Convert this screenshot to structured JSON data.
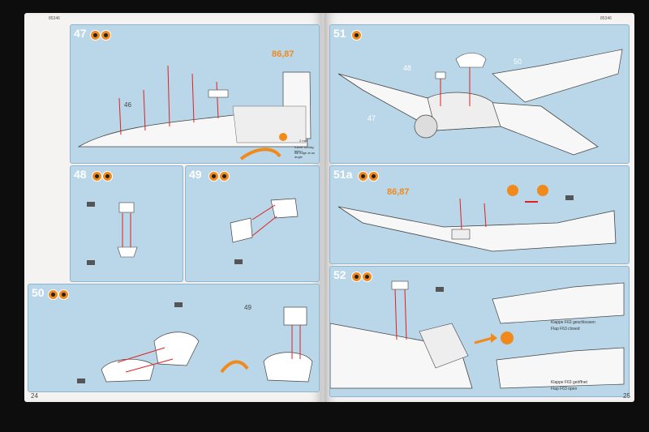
{
  "left_page": {
    "code": "85346",
    "page_number": "24",
    "steps": [
      {
        "number": "47",
        "callout": "86,87",
        "part": "46",
        "labels": [
          "2 mm",
          "Kante schräg feilen",
          "file edge at an angle"
        ]
      },
      {
        "number": "48"
      },
      {
        "number": "49"
      },
      {
        "number": "50",
        "part": "49"
      }
    ]
  },
  "right_page": {
    "code": "85346",
    "page_number": "25",
    "steps": [
      {
        "number": "51",
        "parts": [
          "48",
          "50",
          "47"
        ]
      },
      {
        "number": "51a",
        "callout": "86,87"
      },
      {
        "number": "52",
        "labels": [
          "Klappe F63 geschlossen",
          "Flap F63 closed",
          "Klappe F63 geöffnet",
          "Flap F63 open"
        ]
      }
    ]
  },
  "colors": {
    "panel": "#b9d7e8",
    "accent": "#f08a1c",
    "paper": "#f4f3f1",
    "background": "#0d0d0d"
  }
}
